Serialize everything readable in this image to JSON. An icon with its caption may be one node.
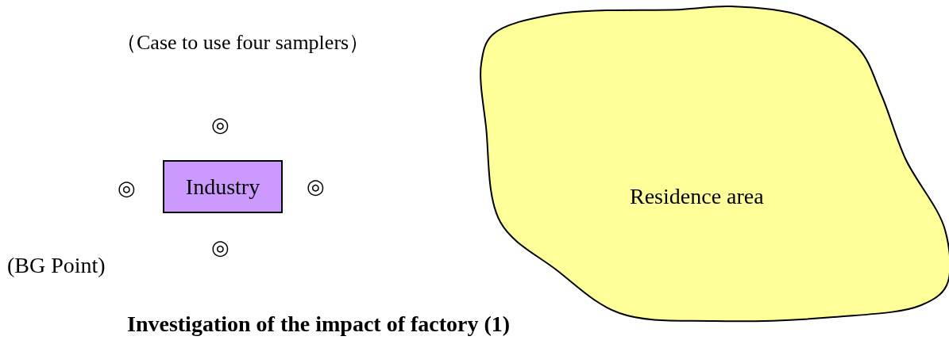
{
  "diagram": {
    "caption": "Investigation of the impact of factory (1)",
    "nodes": [
      {
        "text": [
          "Industry"
        ]
      },
      {
        "text": [
          "Residence area"
        ]
      }
    ],
    "labels": [
      "（Case to use four samplers）",
      "◎",
      "◎",
      "◎",
      "◎",
      "(BG Point)"
    ]
  }
}
